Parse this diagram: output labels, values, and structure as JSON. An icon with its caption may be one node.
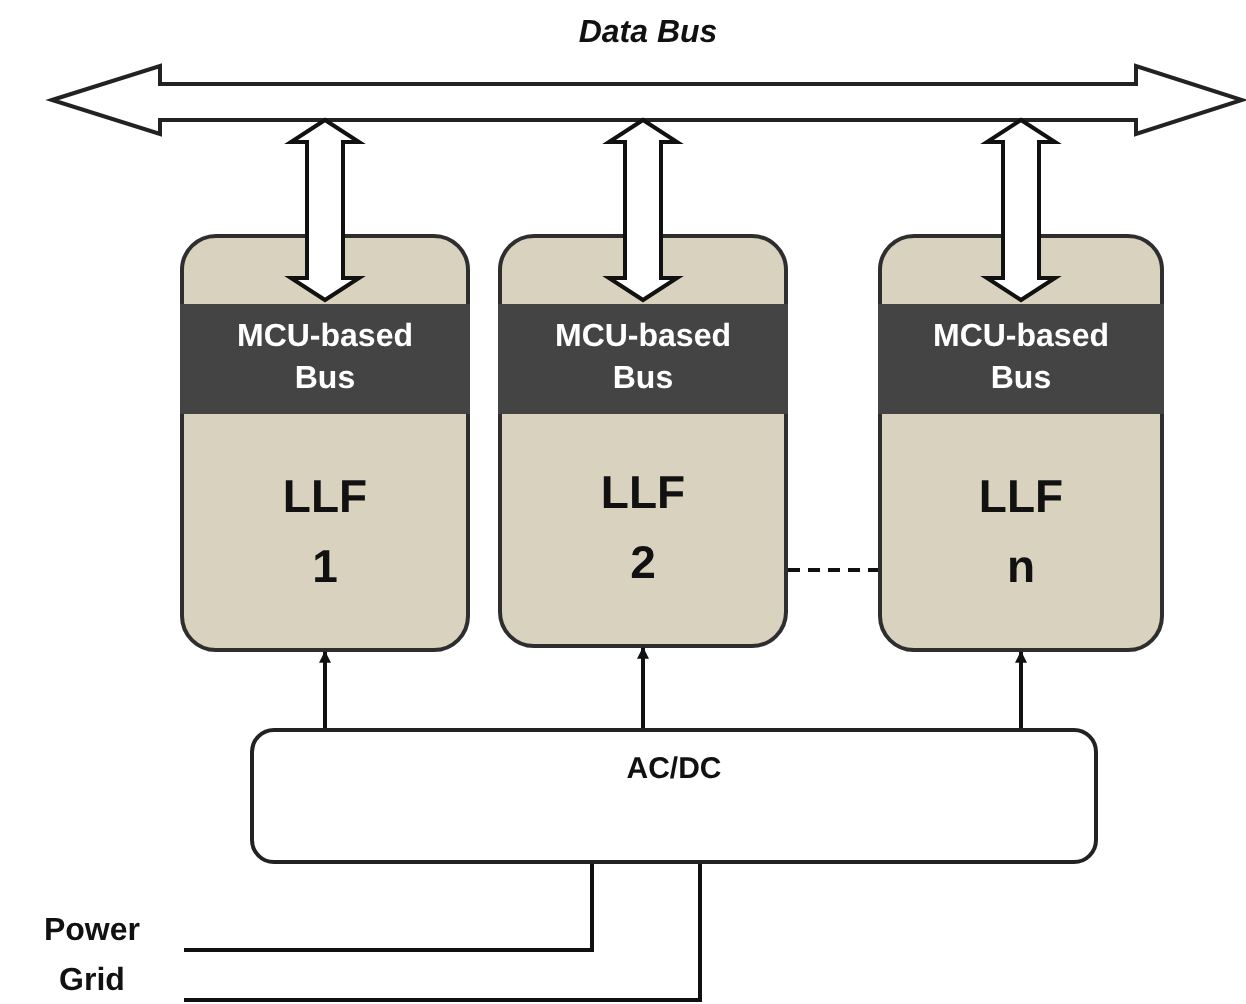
{
  "diagram": {
    "nodes": [
      {
        "text": [
          "Data Bus"
        ]
      },
      {
        "text": [
          "LLF 1"
        ]
      },
      {
        "text": [
          "MCU-based Bus"
        ],
        "in": 1
      },
      {
        "text": [
          "LLF 2"
        ]
      },
      {
        "text": [
          "MCU-based Bus"
        ],
        "in": 3
      },
      {
        "text": [
          "LLF n"
        ]
      },
      {
        "text": [
          "MCU-based Bus"
        ],
        "in": 5
      },
      {
        "text": [
          "AC/DC"
        ]
      },
      {
        "text": [
          "Power Grid"
        ]
      }
    ],
    "edges": [
      {
        "from": 0,
        "to": 2,
        "arrow": "both",
        "style": "thick"
      },
      {
        "from": 0,
        "to": 4,
        "arrow": "both",
        "style": "thick"
      },
      {
        "from": 0,
        "to": 6,
        "arrow": "both",
        "style": "thick"
      },
      {
        "from": 3,
        "to": 5,
        "arrow": "none",
        "style": "dashed"
      },
      {
        "from": 7,
        "to": 1,
        "arrow": "to"
      },
      {
        "from": 7,
        "to": 3,
        "arrow": "to"
      },
      {
        "from": 7,
        "to": 5,
        "arrow": "to"
      },
      {
        "from": 8,
        "to": 7,
        "arrow": "none"
      },
      {
        "from": 8,
        "to": 7,
        "arrow": "none"
      }
    ]
  }
}
